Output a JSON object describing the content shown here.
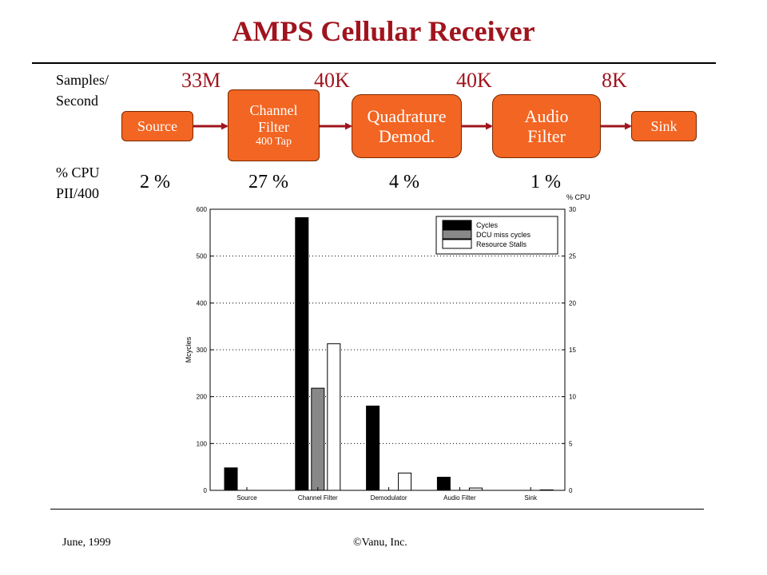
{
  "title": "AMPS Cellular Receiver",
  "labels": {
    "samples_line1": "Samples/",
    "samples_line2": "Second",
    "cpu_line1": "% CPU",
    "cpu_line2": "PII/400"
  },
  "rates": [
    "33M",
    "40K",
    "40K",
    "8K"
  ],
  "cpu_percents": [
    "2 %",
    "27 %",
    "4 %",
    "1 %"
  ],
  "blocks": {
    "source": "Source",
    "channel_l1": "Channel",
    "channel_l2": "Filter",
    "channel_l3": "400 Tap",
    "quad_l1": "Quadrature",
    "quad_l2": "Demod.",
    "audio_l1": "Audio",
    "audio_l2": "Filter",
    "sink": "Sink"
  },
  "colors": {
    "title": "#a0141e",
    "block_fill": "#f26522",
    "arrow": "#a0141e",
    "cycles": "#000000",
    "dcu": "#888888",
    "stalls": "#ffffff"
  },
  "footer": {
    "date": "June, 1999",
    "copyright": "©Vanu, Inc."
  },
  "chart_data": {
    "type": "bar",
    "categories": [
      "Source",
      "Channel Filter",
      "Demodulator",
      "Audio Filter",
      "Sink"
    ],
    "series": [
      {
        "name": "Cycles",
        "values": [
          48,
          582,
          180,
          28,
          0
        ]
      },
      {
        "name": "DCU miss cycles",
        "values": [
          0,
          218,
          0,
          0,
          0
        ]
      },
      {
        "name": "Resource Stalls",
        "values": [
          0,
          313,
          37,
          5,
          1
        ]
      }
    ],
    "ylabel": "Mcycles",
    "y2label": "% CPU",
    "ylim": [
      0,
      600
    ],
    "y2lim": [
      0,
      30
    ],
    "yticks": [
      0,
      100,
      200,
      300,
      400,
      500,
      600
    ],
    "y2ticks": [
      0,
      5,
      10,
      15,
      20,
      25,
      30
    ],
    "grid": true,
    "legend_position": "top-right"
  }
}
